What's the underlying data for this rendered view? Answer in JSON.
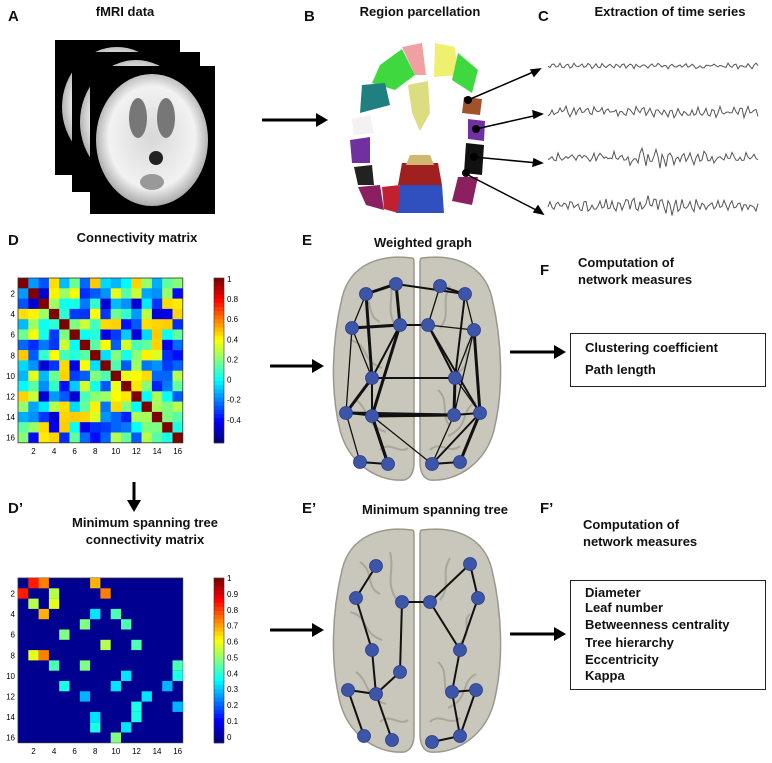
{
  "panels": {
    "a": {
      "letter": "A",
      "title": "fMRI data"
    },
    "b": {
      "letter": "B",
      "title": "Region parcellation"
    },
    "c": {
      "letter": "C",
      "title": "Extraction of time series"
    },
    "d": {
      "letter": "D",
      "title": "Connectivity matrix"
    },
    "e": {
      "letter": "E",
      "title": "Weighted graph"
    },
    "f": {
      "letter": "F",
      "title_line1": "Computation of",
      "title_line2": "network measures",
      "measures": [
        "Clustering coefficient",
        "Path length"
      ]
    },
    "d2": {
      "letter": "D’",
      "title_line1": "Minimum spanning tree",
      "title_line2": "connectivity matrix"
    },
    "e2": {
      "letter": "E’",
      "title": "Minimum spanning tree"
    },
    "f2": {
      "letter": "F’",
      "title_line1": "Computation of",
      "title_line2": "network measures",
      "measures": [
        "Diameter",
        "Leaf number",
        "Betweenness centrality",
        "Tree hierarchy",
        "Eccentricity",
        "Kappa"
      ]
    }
  },
  "matrix_ticks": [
    "2",
    "4",
    "6",
    "8",
    "10",
    "12",
    "14",
    "16"
  ],
  "colorbar_d": [
    "1",
    "0.8",
    "0.6",
    "0.4",
    "0.2",
    "0",
    "-0.2",
    "-0.4"
  ],
  "colorbar_d2": [
    "1",
    "0.9",
    "0.8",
    "0.7",
    "0.6",
    "0.5",
    "0.4",
    "0.3",
    "0.2",
    "0.1",
    "0"
  ],
  "colors": {
    "node": "#3d55a8",
    "brain": "#c9c6bb",
    "edge": "#111111"
  }
}
